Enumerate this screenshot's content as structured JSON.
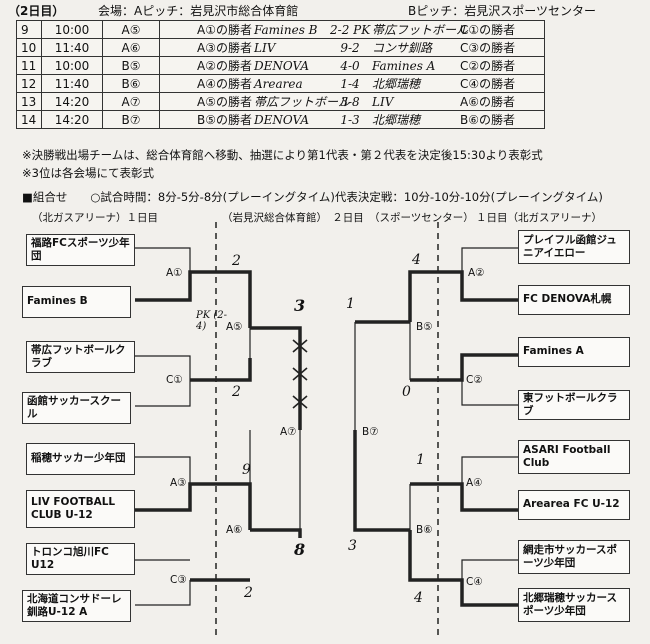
{
  "header": {
    "day": "（2日目）",
    "venue_a": "会場：Aピッチ：岩見沢市総合体育館",
    "venue_b": "Bピッチ：岩見沢スポーツセンター"
  },
  "schedule": [
    {
      "no": "9",
      "time": "10:00",
      "pitch": "A⑤",
      "left": "A①の勝者",
      "team1": "Famines B",
      "score": "2-2 PK",
      "team2": "帯広フットボール",
      "right": "C①の勝者"
    },
    {
      "no": "10",
      "time": "11:40",
      "pitch": "A⑥",
      "left": "A③の勝者",
      "team1": "LIV",
      "score": "9-2",
      "team2": "コンサ釧路",
      "right": "C③の勝者"
    },
    {
      "no": "11",
      "time": "10:00",
      "pitch": "B⑤",
      "left": "A②の勝者",
      "team1": "DENOVA",
      "score": "4-0",
      "team2": "Famines A",
      "right": "C②の勝者"
    },
    {
      "no": "12",
      "time": "11:40",
      "pitch": "B⑥",
      "left": "A④の勝者",
      "team1": "Arearea",
      "score": "1-4",
      "team2": "北郷瑞穂",
      "right": "C④の勝者"
    },
    {
      "no": "13",
      "time": "14:20",
      "pitch": "A⑦",
      "left": "A⑤の勝者",
      "team1": "帯広フットボール",
      "score": "3-8",
      "team2": "LIV",
      "right": "A⑥の勝者"
    },
    {
      "no": "14",
      "time": "14:20",
      "pitch": "B⑦",
      "left": "B⑤の勝者",
      "team1": "DENOVA",
      "score": "1-3",
      "team2": "北郷瑞穂",
      "right": "B⑥の勝者"
    }
  ],
  "notes": {
    "n1": "※決勝戦出場チームは、総合体育館へ移動、抽選により第1代表・第２代表を決定後15:30より表彰式",
    "n2": "※3位は各会場にて表彰式"
  },
  "kumiawase": "■組合せ　　○試合時間：8分-5分-8分(プレーイングタイム)代表決定戦：10分-10分-10分(プレーイングタイム)",
  "bracket_headers": {
    "left": "（北ガスアリーナ）１日目",
    "center": "（岩見沢総合体育館）　２日目　（スポーツセンター）",
    "right": "１日目（北ガスアリーナ）"
  },
  "left_teams": [
    "福路FCスポーツ少年団",
    "Famines B",
    "帯広フットボールクラブ",
    "函館サッカースクール",
    "稲穂サッカー少年団",
    "LIV FOOTBALL CLUB U-12",
    "トロンコ旭川FC U12",
    "北海道コンサドーレ釧路U-12 A"
  ],
  "right_teams": [
    "プレイフル函館ジュニアイエロー",
    "FC DENOVA札幌",
    "Famines A",
    "東フットボールクラブ",
    "ASARI Football Club",
    "Arearea FC U-12",
    "網走市サッカースポーツ少年団",
    "北郷瑞穂サッカースポーツ少年団"
  ],
  "slots": {
    "a1": "A①",
    "c1": "C①",
    "a3": "A③",
    "c3": "C③",
    "a5": "A⑤",
    "a6": "A⑥",
    "a7": "A⑦",
    "a2": "A②",
    "c2": "C②",
    "a4": "A④",
    "c4": "C④",
    "b5": "B⑤",
    "b6": "B⑥",
    "b7": "B⑦"
  },
  "scores": {
    "l1": "2",
    "l2": "2",
    "l3": "9",
    "l4": "2",
    "pk": "PK (2-4)",
    "semi_l_top": "3",
    "semi_l_bot": "8",
    "r1": "4",
    "r2": "0",
    "r3": "1",
    "r4": "4",
    "semi_r_top": "1",
    "semi_r_bot": "3"
  }
}
